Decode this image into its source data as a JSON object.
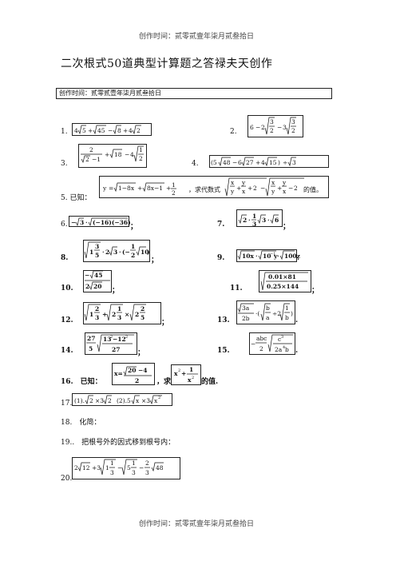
{
  "header_top": "创作时间：贰零贰壹年柒月贰叁拾日",
  "title": "二次根式50道典型计算题之答禄夫天创作",
  "banner": "创作时间：贰零贰壹年柒月贰叁拾日",
  "footer": "创作时间：贰零贰壹年柒月贰叁拾日",
  "problems": {
    "p1": "1.",
    "p2": "2.",
    "p3": "3.",
    "p4": "4.",
    "p5": "5. 已知：",
    "p5_text": "，求代数式",
    "p5_tail": "的值。",
    "p6": "6.",
    "p7": "7.",
    "p8": "8.",
    "p9": "9.",
    "p10": "10.",
    "p11": "11.",
    "p12": "12.",
    "p13": "13.",
    "p14": "14.",
    "p15": "15.",
    "p16_a": "16.　已知：",
    "p16_b": "，求",
    "p16_c": "的值.",
    "p17": "17.",
    "p17_expr": "(1).√2×3√2 (2).5√x×3√x²",
    "p18": "18.　化简：",
    "p19": "19..　把根号外的因式移到根号内：",
    "p20": "20."
  },
  "expressions": {
    "e1": "4√5+√45−√8+4√2",
    "e2": "6−2√(3/2)−3√(3/2)",
    "e3": "2/(√2−1)+√18−4√(1/2)",
    "e4": "(5√48−6√27+4√15)÷√3",
    "e5_lhs": "y=√(1−8x)+√(8x−1)+1/2",
    "e5_expr": "√(x/y+y/x+2)−√(x/y+y/x−2)",
    "e6": "−√3·√((−16)(−36))",
    "e7": "√2·(1/3)√3·√6",
    "e8": "√(1 3/5)·2√3·(−(1/2)√10)",
    "e9": "√(10x)·√(10⁻¹y)·√(100z)",
    "e10": "−√45 / (2√20)",
    "e11": "√((0.01×81)/(0.25×144))",
    "e12": "√(1 2/3)+√(2 1/3)×√(2 2/5)",
    "e13": "(√3a/2b)·(√(b/a)÷2√(1/b))",
    "e14": "(27/5)√((13²−12²)/27)",
    "e15": "−(abc/2)√(c³/(2a⁴b))",
    "e16_x": "x=(√20−4)/2",
    "e16_q": "x²+1/x²",
    "e20": "2√12+3√(1 1/3)−√(5 1/3)−(2/3)√48"
  },
  "punct": {
    "semicolon": "；",
    "period": "."
  }
}
